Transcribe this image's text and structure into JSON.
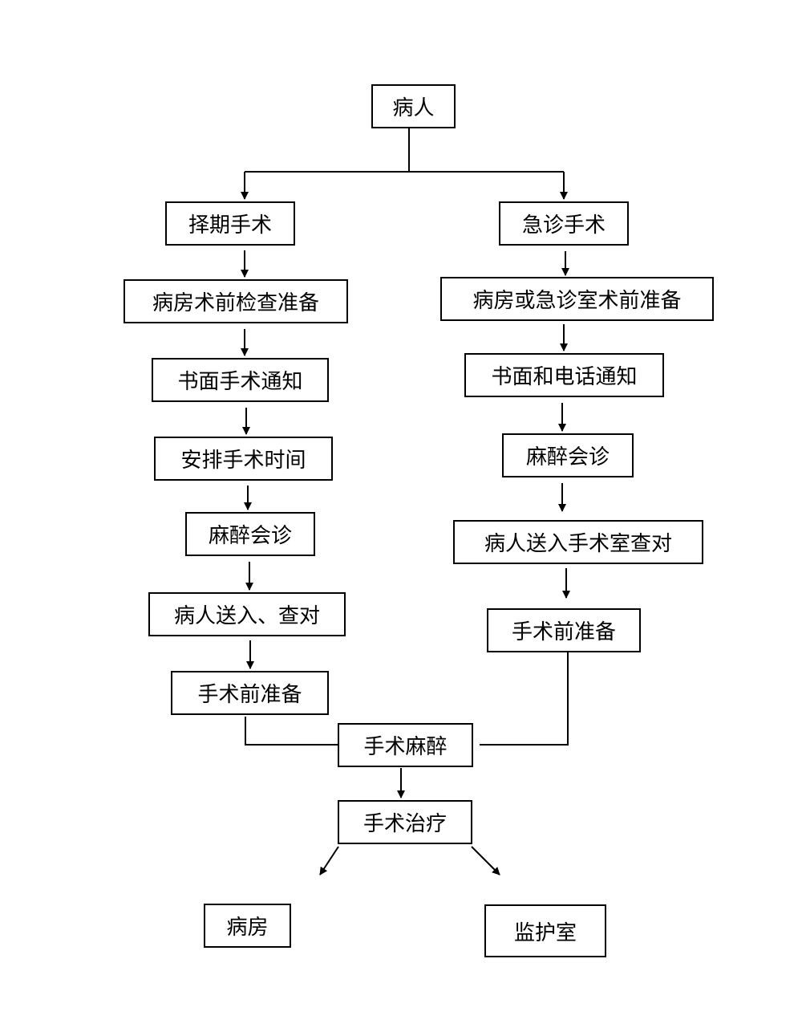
{
  "flowchart": {
    "root": "病人",
    "elective": {
      "start": "择期手术",
      "steps": [
        "病房术前检查准备",
        "书面手术通知",
        "安排手术时间",
        "麻醉会诊",
        "病人送入、查对",
        "手术前准备"
      ]
    },
    "emergency": {
      "start": "急诊手术",
      "steps": [
        "病房或急诊室术前准备",
        "书面和电话通知",
        "麻醉会诊",
        "病人送入手术室查对",
        "手术前准备"
      ]
    },
    "merge": "手术麻醉",
    "treatment": "手术治疗",
    "outcomes": [
      "病房",
      "监护室"
    ]
  },
  "colors": {
    "line": "#000000",
    "box_border": "#000000",
    "background": "#ffffff"
  }
}
